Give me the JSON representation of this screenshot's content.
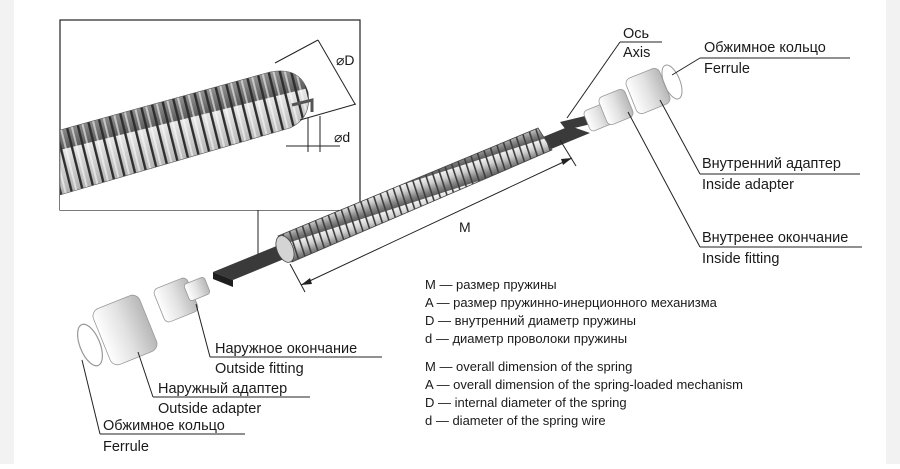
{
  "labels": {
    "axis_ru": "Ось",
    "axis_en": "Axis",
    "ferrule_right_ru": "Обжимное кольцо",
    "ferrule_right_en": "Ferrule",
    "inside_adapter_ru": "Внутренний адаптер",
    "inside_adapter_en": "Inside adapter",
    "inside_fitting_ru": "Внутренее окончание",
    "inside_fitting_en": "Inside fitting",
    "outside_fitting_ru": "Наружное окончание",
    "outside_fitting_en": "Outside fitting",
    "outside_adapter_ru": "Наружный адаптер",
    "outside_adapter_en": "Outside adapter",
    "ferrule_left_ru": "Обжимное кольцо",
    "ferrule_left_en": "Ferrule"
  },
  "dimensions": {
    "outer_diameter": "⌀D",
    "wire_diameter": "⌀d",
    "length": "M"
  },
  "legend": {
    "ru": [
      "M — размер пружины",
      "A — размер пружинно-инерционного механизма",
      "D — внутренний диаметр пружины",
      "d — диаметр проволоки пружины"
    ],
    "en": [
      "M — overall dimension of the spring",
      "A — overall dimension of the spring-loaded mechanism",
      "D — internal diameter of the spring",
      "d — diameter of the spring wire"
    ]
  },
  "colors": {
    "bar": "#3a3a3a",
    "spring": "#9a9a9a",
    "line": "#222222"
  }
}
